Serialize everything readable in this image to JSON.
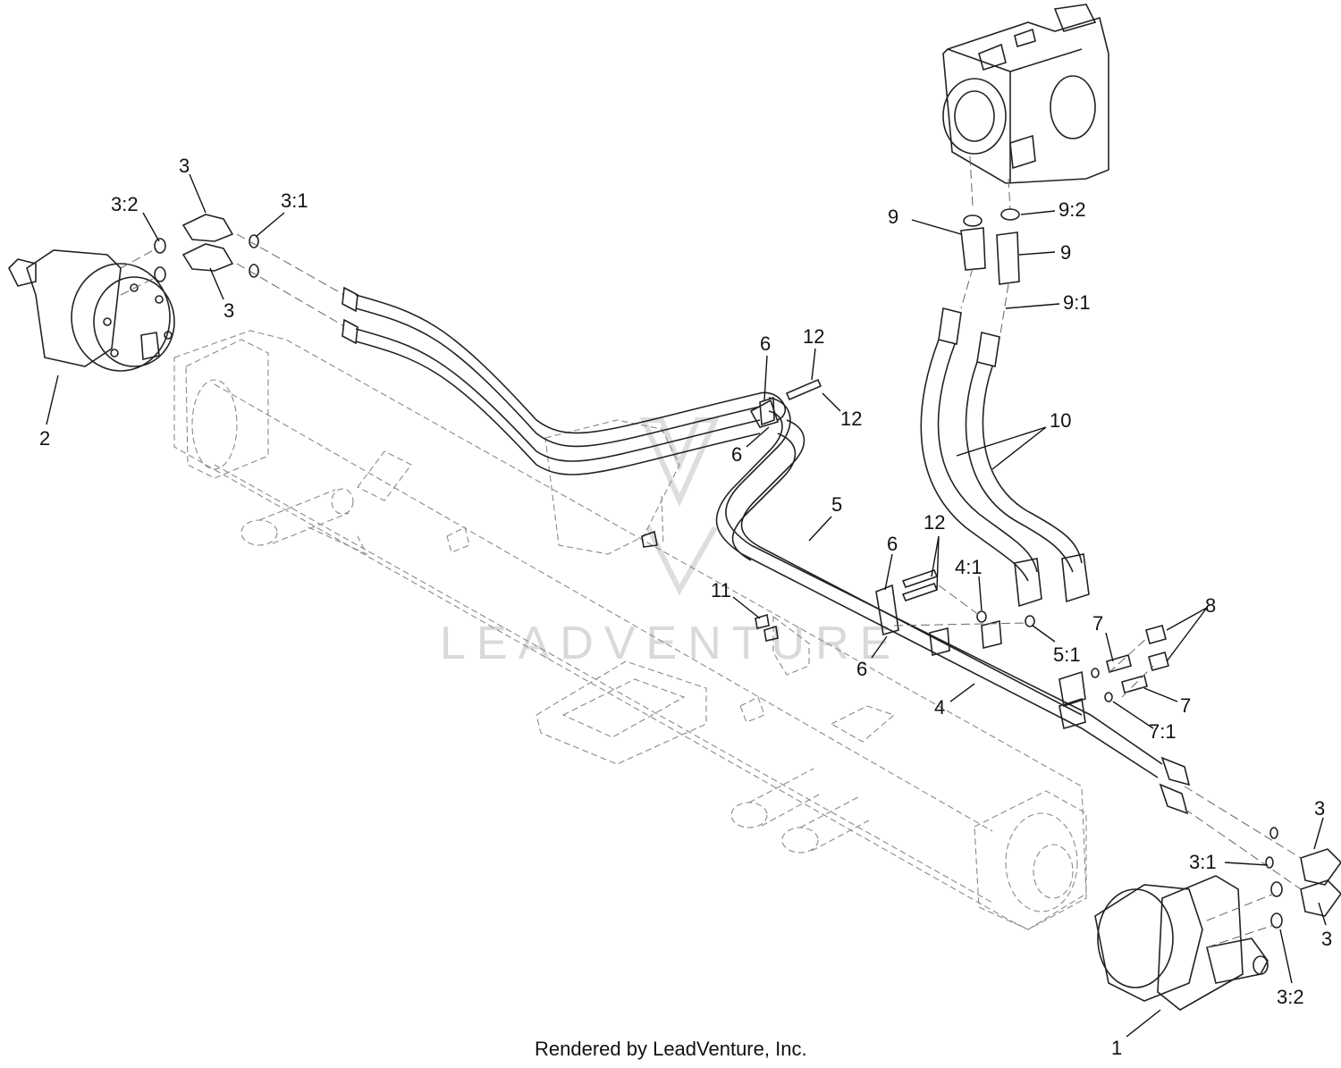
{
  "diagram": {
    "callouts": [
      {
        "id": "c-3-top",
        "text": "3"
      },
      {
        "id": "c-3-2-left",
        "text": "3:2"
      },
      {
        "id": "c-3-1-left",
        "text": "3:1"
      },
      {
        "id": "c-3-mid-left",
        "text": "3"
      },
      {
        "id": "c-2",
        "text": "2"
      },
      {
        "id": "c-9-left",
        "text": "9"
      },
      {
        "id": "c-9-2",
        "text": "9:2"
      },
      {
        "id": "c-9-right",
        "text": "9"
      },
      {
        "id": "c-9-1",
        "text": "9:1"
      },
      {
        "id": "c-6-top",
        "text": "6"
      },
      {
        "id": "c-12-top",
        "text": "12"
      },
      {
        "id": "c-12-mid",
        "text": "12"
      },
      {
        "id": "c-6-upper",
        "text": "6"
      },
      {
        "id": "c-10",
        "text": "10"
      },
      {
        "id": "c-5",
        "text": "5"
      },
      {
        "id": "c-6-mid",
        "text": "6"
      },
      {
        "id": "c-12-lower",
        "text": "12"
      },
      {
        "id": "c-4-1",
        "text": "4:1"
      },
      {
        "id": "c-8",
        "text": "8"
      },
      {
        "id": "c-11",
        "text": "11"
      },
      {
        "id": "c-7-upper",
        "text": "7"
      },
      {
        "id": "c-5-1",
        "text": "5:1"
      },
      {
        "id": "c-6-lower",
        "text": "6"
      },
      {
        "id": "c-7-lower",
        "text": "7"
      },
      {
        "id": "c-4",
        "text": "4"
      },
      {
        "id": "c-7-1",
        "text": "7:1"
      },
      {
        "id": "c-3-right-top",
        "text": "3"
      },
      {
        "id": "c-3-1-right",
        "text": "3:1"
      },
      {
        "id": "c-3-right-bottom",
        "text": "3"
      },
      {
        "id": "c-3-2-right",
        "text": "3:2"
      },
      {
        "id": "c-1",
        "text": "1"
      }
    ],
    "watermark": "LEADVENTURE",
    "footer": "Rendered by LeadVenture, Inc."
  }
}
